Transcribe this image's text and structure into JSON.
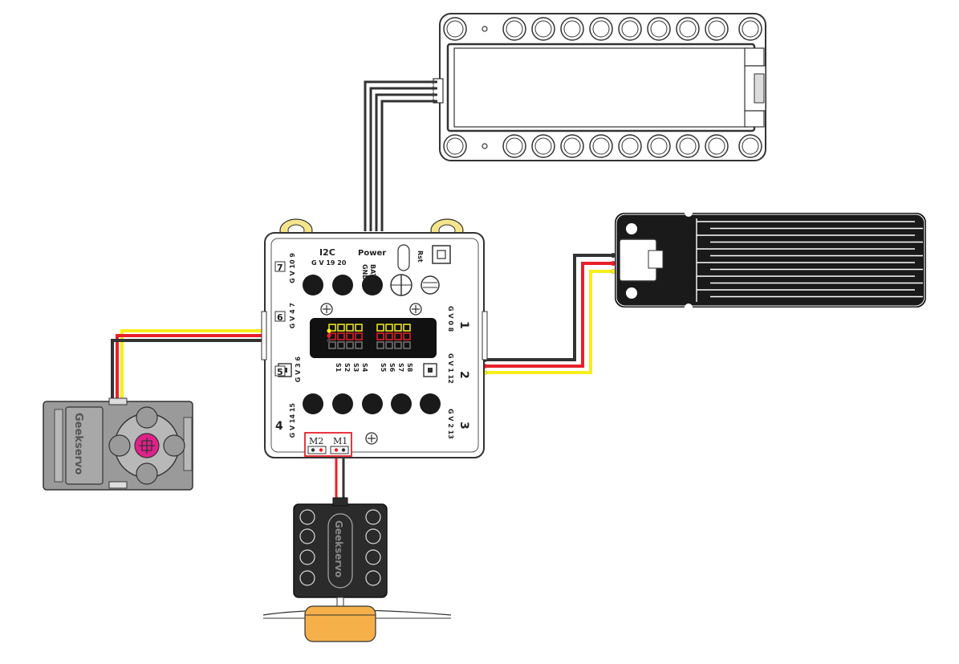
{
  "hub": {
    "i2c_label": "I2C",
    "i2c_pins": "G V 19 20",
    "power_label": "Power",
    "power_pins_1": "GND",
    "power_pins_2": "BAT",
    "rst_label": "Rst",
    "port1_num": "1",
    "port1_pins": "G V 0 8",
    "port2_num": "2",
    "port2_pins": "G V 1 12",
    "port3_num": "3",
    "port3_pins": "G V 2 13",
    "port4_num": "4",
    "port4_pins": "G V 14 15",
    "port5_num": "5",
    "port5_pins": "G V 3 6",
    "port6_num": "6",
    "port6_pins": "G V 4 7",
    "port7_num": "7",
    "port7_pins": "G V 10 9",
    "servo_labels": [
      "S1",
      "S2",
      "S3",
      "S4",
      "S5",
      "S6",
      "S7",
      "S8"
    ],
    "motor_m2": "M2",
    "motor_m1": "M1"
  },
  "servo_left": {
    "brand": "Geekservo"
  },
  "motor_bottom": {
    "brand": "Geekservo"
  },
  "colors": {
    "wire_black": "#333333",
    "wire_red": "#e8202a",
    "wire_yellow": "#f7ee1b",
    "connector_red": "#e8202a",
    "servo_gray": "#9a9a9a",
    "servo_hub": "#e0218a",
    "motor_black": "#2b2b2b",
    "propeller_hub": "#f5b04a",
    "lego_yellow": "#f5e58a"
  }
}
